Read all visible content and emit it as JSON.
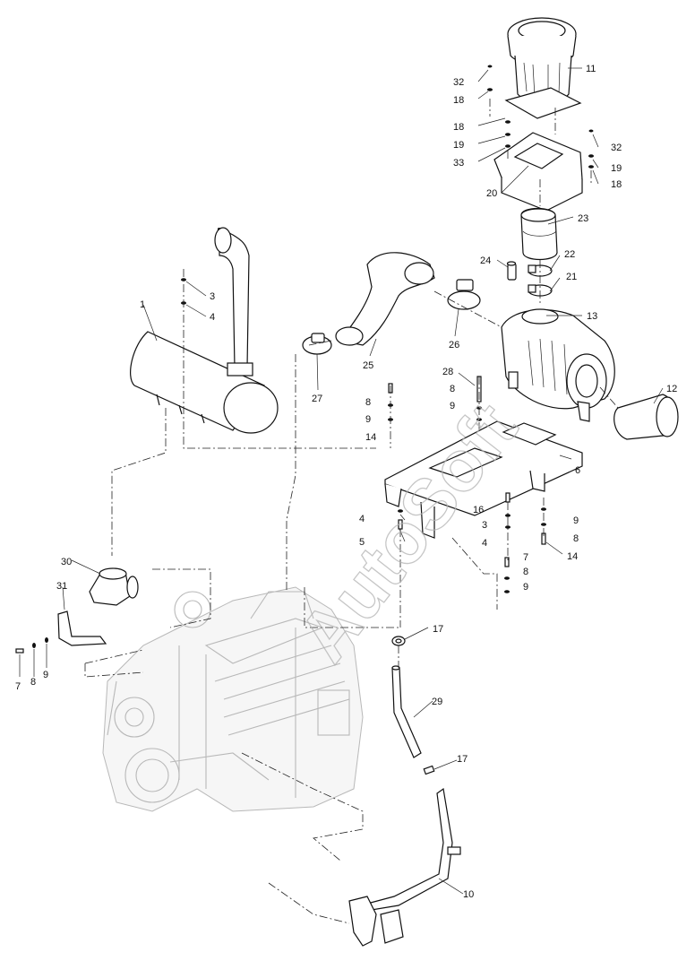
{
  "watermark": "AutoSoft",
  "callouts": [
    {
      "id": "c11",
      "label": "11"
    },
    {
      "id": "c32a",
      "label": "32"
    },
    {
      "id": "c18a",
      "label": "18"
    },
    {
      "id": "c18b",
      "label": "18"
    },
    {
      "id": "c19a",
      "label": "19"
    },
    {
      "id": "c33",
      "label": "33"
    },
    {
      "id": "c32b",
      "label": "32"
    },
    {
      "id": "c19b",
      "label": "19"
    },
    {
      "id": "c18c",
      "label": "18"
    },
    {
      "id": "c20",
      "label": "20"
    },
    {
      "id": "c23",
      "label": "23"
    },
    {
      "id": "c22",
      "label": "22"
    },
    {
      "id": "c24",
      "label": "24"
    },
    {
      "id": "c21",
      "label": "21"
    },
    {
      "id": "c13",
      "label": "13"
    },
    {
      "id": "c26",
      "label": "26"
    },
    {
      "id": "c25",
      "label": "25"
    },
    {
      "id": "c27",
      "label": "27"
    },
    {
      "id": "c1",
      "label": "1"
    },
    {
      "id": "c3a",
      "label": "3"
    },
    {
      "id": "c4a",
      "label": "4"
    },
    {
      "id": "c12",
      "label": "12"
    },
    {
      "id": "c28",
      "label": "28"
    },
    {
      "id": "c8a",
      "label": "8"
    },
    {
      "id": "c9a",
      "label": "9"
    },
    {
      "id": "c14a",
      "label": "14"
    },
    {
      "id": "c8b",
      "label": "8"
    },
    {
      "id": "c9b",
      "label": "9"
    },
    {
      "id": "c6",
      "label": "6"
    },
    {
      "id": "c16",
      "label": "16"
    },
    {
      "id": "c3b",
      "label": "3"
    },
    {
      "id": "c4b",
      "label": "4"
    },
    {
      "id": "c9c",
      "label": "9"
    },
    {
      "id": "c8c",
      "label": "8"
    },
    {
      "id": "c14b",
      "label": "14"
    },
    {
      "id": "c4c",
      "label": "4"
    },
    {
      "id": "c5",
      "label": "5"
    },
    {
      "id": "c7a",
      "label": "7"
    },
    {
      "id": "c8d",
      "label": "8"
    },
    {
      "id": "c9d",
      "label": "9"
    },
    {
      "id": "c30",
      "label": "30"
    },
    {
      "id": "c31",
      "label": "31"
    },
    {
      "id": "c7b",
      "label": "7"
    },
    {
      "id": "c8e",
      "label": "8"
    },
    {
      "id": "c9e",
      "label": "9"
    },
    {
      "id": "c17a",
      "label": "17"
    },
    {
      "id": "c29",
      "label": "29"
    },
    {
      "id": "c17b",
      "label": "17"
    },
    {
      "id": "c10",
      "label": "10"
    }
  ]
}
